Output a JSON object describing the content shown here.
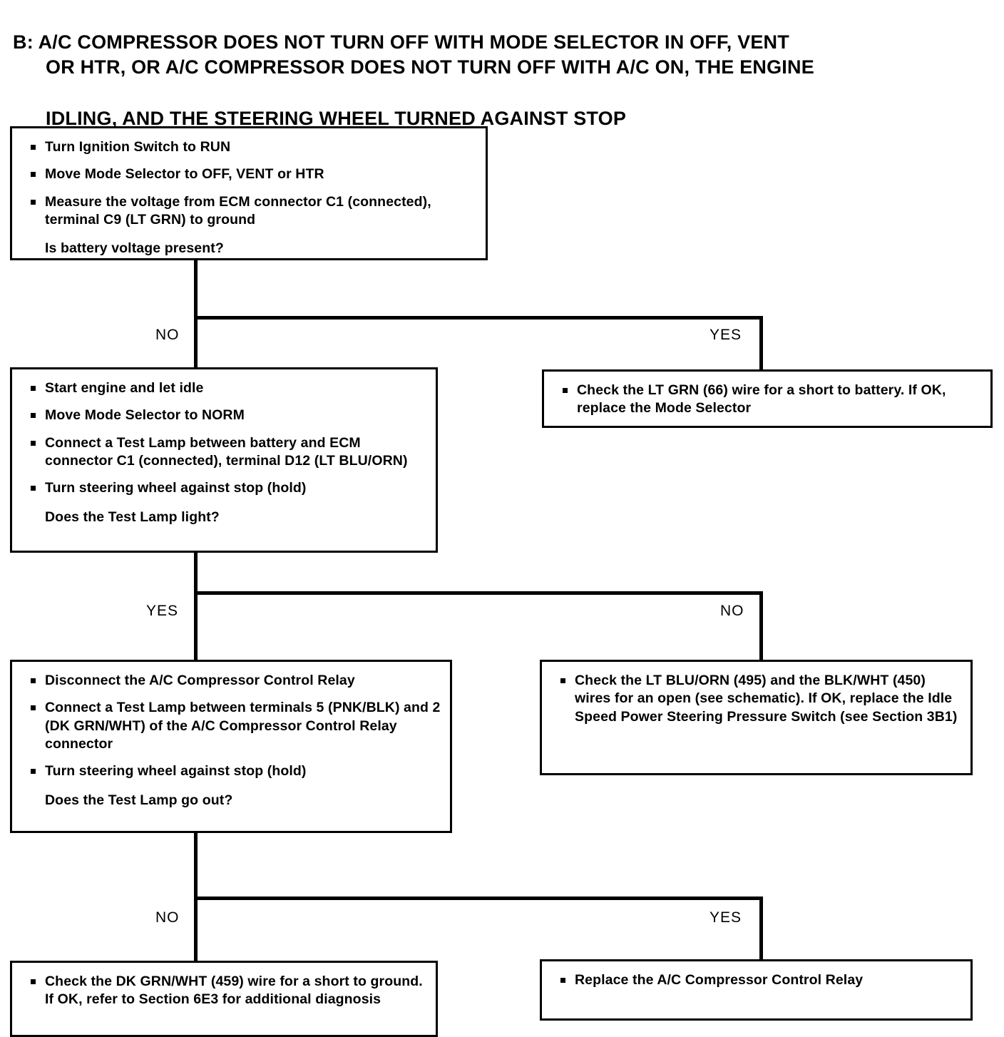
{
  "title": {
    "line1": "B: A/C COMPRESSOR DOES NOT TURN OFF WITH MODE SELECTOR IN OFF, VENT",
    "line2": "OR HTR, OR A/C COMPRESSOR DOES NOT TURN OFF WITH A/C ON, THE ENGINE",
    "line3": "IDLING, AND THE STEERING WHEEL TURNED AGAINST STOP"
  },
  "boxes": {
    "step1": {
      "items": [
        "Turn Ignition Switch to RUN",
        "Move Mode Selector to OFF, VENT or HTR",
        "Measure the voltage from ECM connector C1 (connected), terminal C9 (LT GRN) to ground"
      ],
      "question": "Is battery voltage present?"
    },
    "step1_yes": {
      "items": [
        "Check the LT GRN (66) wire for a short to battery. If OK, replace the Mode Selector"
      ]
    },
    "step2": {
      "items": [
        "Start engine and let idle",
        "Move Mode Selector to NORM",
        "Connect a Test Lamp between battery and ECM connector C1 (connected), terminal D12 (LT BLU/ORN)",
        "Turn steering wheel against stop (hold)"
      ],
      "question": "Does the Test Lamp light?"
    },
    "step2_no": {
      "items": [
        "Check the LT BLU/ORN (495) and the BLK/WHT (450) wires for an open (see schematic). If OK, replace the Idle Speed Power Steering Pressure Switch (see Section 3B1)"
      ]
    },
    "step3": {
      "items": [
        "Disconnect the A/C Compressor Control Relay",
        "Connect a Test Lamp between terminals 5 (PNK/BLK) and 2 (DK GRN/WHT) of the A/C Compressor Control Relay connector",
        "Turn steering wheel against stop (hold)"
      ],
      "question": "Does the Test Lamp go out?"
    },
    "step3_yes": {
      "items": [
        "Replace the A/C Compressor Control Relay"
      ]
    },
    "step3_no": {
      "items": [
        "Check the DK GRN/WHT (459) wire for a short to ground. If OK, refer to Section 6E3 for additional diagnosis"
      ]
    }
  },
  "branches": {
    "b1_no": "NO",
    "b1_yes": "YES",
    "b2_yes": "YES",
    "b2_no": "NO",
    "b3_no": "NO",
    "b3_yes": "YES"
  }
}
